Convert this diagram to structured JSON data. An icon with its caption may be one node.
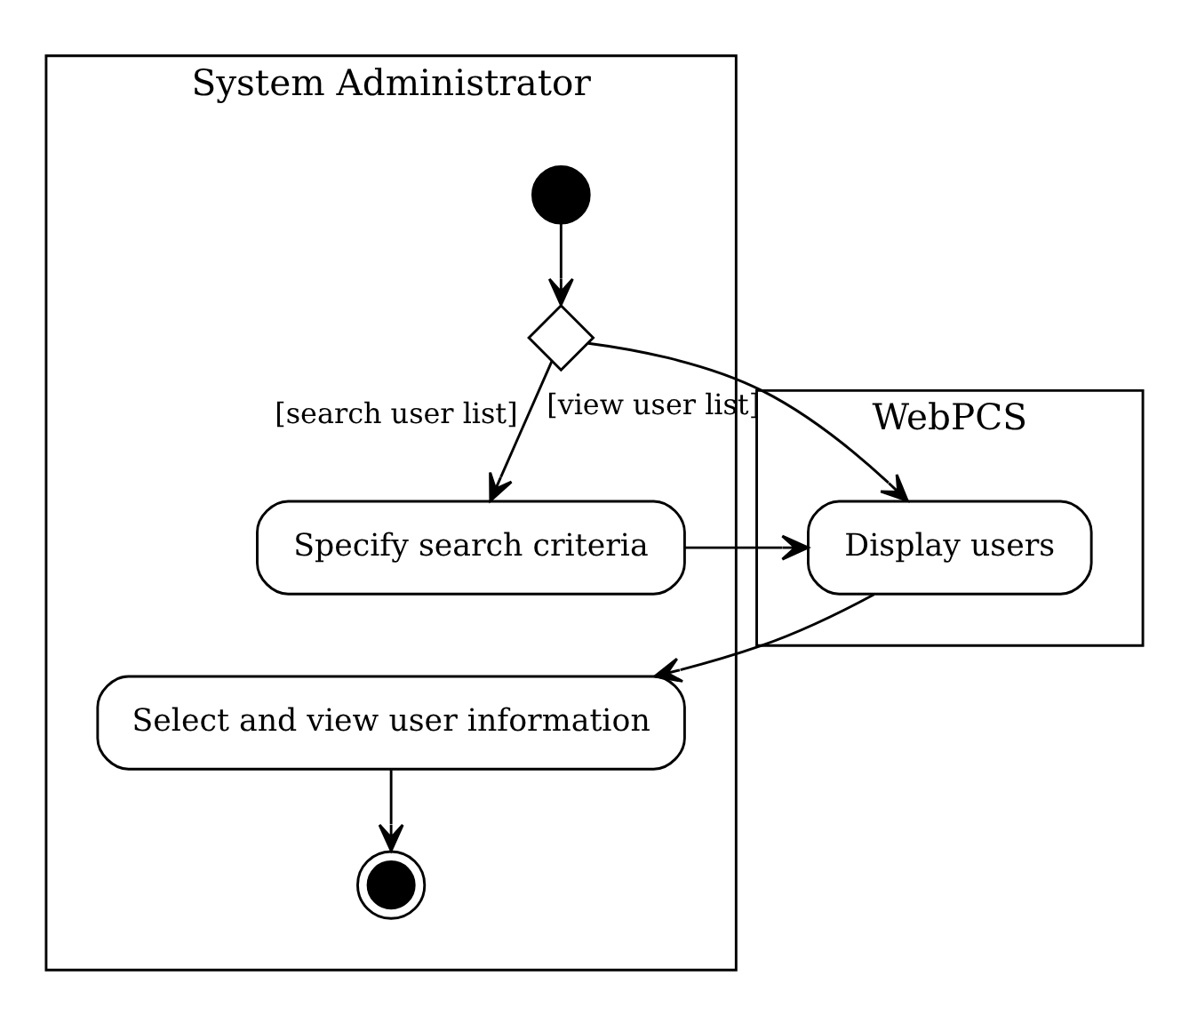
{
  "diagram": {
    "nodes": [
      {
        "text": [
          "System Administrator"
        ]
      },
      {
        "text": [
          "WebPCS"
        ]
      },
      {
        "text": [],
        "shape": "circle",
        "in": 0
      },
      {
        "text": [],
        "shape": "diamond",
        "in": 0
      },
      {
        "text": [
          "Specify search criteria"
        ],
        "in": 0
      },
      {
        "text": [
          "Display users"
        ],
        "in": 1
      },
      {
        "text": [
          "Select and view user information"
        ],
        "in": 0
      },
      {
        "text": [],
        "shape": "circle",
        "in": 0
      }
    ],
    "edges": [
      {
        "from": 2,
        "to": 3,
        "arrow": "to"
      },
      {
        "from": 3,
        "to": 4,
        "arrow": "to",
        "label": "[search user list]"
      },
      {
        "from": 3,
        "to": 5,
        "arrow": "to",
        "label": "[view user list]"
      },
      {
        "from": 4,
        "to": 5,
        "arrow": "to"
      },
      {
        "from": 5,
        "to": 6,
        "arrow": "to"
      },
      {
        "from": 6,
        "to": 7,
        "arrow": "to"
      }
    ]
  }
}
